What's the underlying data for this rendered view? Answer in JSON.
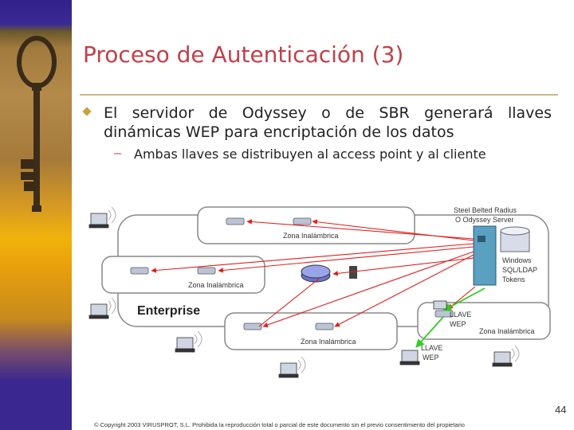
{
  "slide": {
    "title": "Proceso de Autenticación (3)",
    "bullet_text": "El servidor de Odyssey o de SBR generará llaves dinámicas WEP para encriptación de los datos",
    "sub_text": "Ambas llaves se distribuyen al access point y al cliente",
    "sub_marker": "–",
    "page_number": "44",
    "footer": "© Copyright 2003 VIRUSPROT, S.L. Prohibida la reproducción total o parcial de este documento sin el previo consentimiento del propietario"
  },
  "diagram": {
    "server_label_line1": "Steel Belted Radius",
    "server_label_line2": "O Odyssey Server",
    "db_label_line1": "Windows",
    "db_label_line2": "SQL/LDAP",
    "db_label_line3": "Tokens",
    "zone_top": "Zona Inalámbrica",
    "zone_left": "Zona Inalámbrica",
    "zone_bottom": "Zona Inalámbrica",
    "zone_right": "Zona Inalámbrica",
    "enterprise": "Enterprise",
    "key_label_ap_line1": "LLAVE",
    "key_label_ap_line2": "WEP",
    "key_label_client_line1": "LLAVE",
    "key_label_client_line2": "WEP"
  },
  "colors": {
    "title": "#c0404a",
    "arrows": "#e02020",
    "key_arrows": "#33cc22",
    "accent_gold": "#c9a13e"
  }
}
